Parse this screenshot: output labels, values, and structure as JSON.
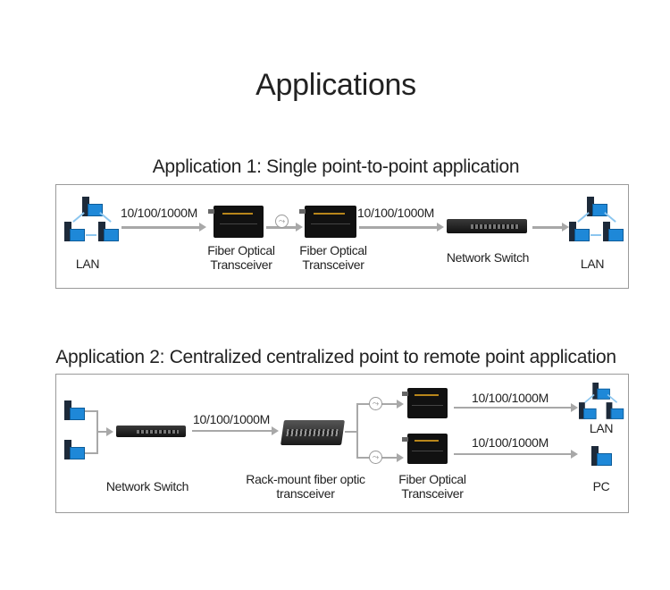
{
  "title": "Applications",
  "app1": {
    "heading": "Application 1: Single point-to-point application",
    "lan_left": "LAN",
    "speed_1": "10/100/1000M",
    "transceiver_1": [
      "Fiber Optical",
      "Transceiver"
    ],
    "transceiver_2": [
      "Fiber Optical",
      "Transceiver"
    ],
    "speed_2": "10/100/1000M",
    "switch": "Network Switch",
    "lan_right": "LAN"
  },
  "app2": {
    "heading": "Application 2: Centralized centralized point to remote point application",
    "switch": "Network Switch",
    "speed_1": "10/100/1000M",
    "rack": [
      "Rack-mount fiber optic",
      "transceiver"
    ],
    "transceiver": [
      "Fiber Optical",
      "Transceiver"
    ],
    "speed_top": "10/100/1000M",
    "speed_bottom": "10/100/1000M",
    "lan": "LAN",
    "pc": "PC"
  },
  "colors": {
    "accent_blue": "#1e88d8",
    "arrow_gray": "#a8a8a8",
    "border_gray": "#9a9a9a"
  }
}
